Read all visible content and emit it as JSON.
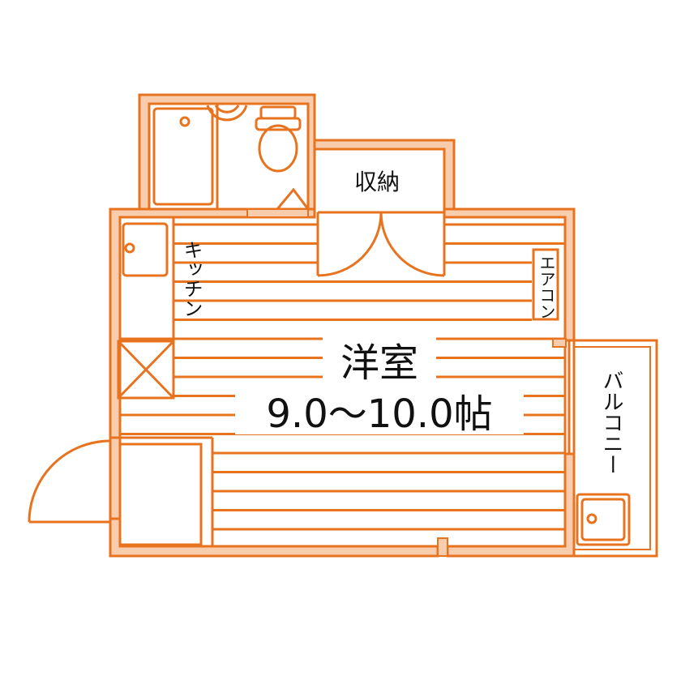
{
  "colors": {
    "wall": "#E8731F",
    "wall_fill": "#F7CDAE",
    "text": "#111111",
    "background": "#FFFFFF"
  },
  "labels": {
    "storage": "収納",
    "kitchen": "キッチン",
    "aircon": "エアコン",
    "room_name": "洋室",
    "room_size": "9.0〜10.0帖",
    "balcony": "バルコニー"
  },
  "icons": [
    "bathtub-icon",
    "washbasin-icon",
    "toilet-icon",
    "sink-icon",
    "washing-machine-icon",
    "entrance-door-icon",
    "closet-door-icon"
  ]
}
